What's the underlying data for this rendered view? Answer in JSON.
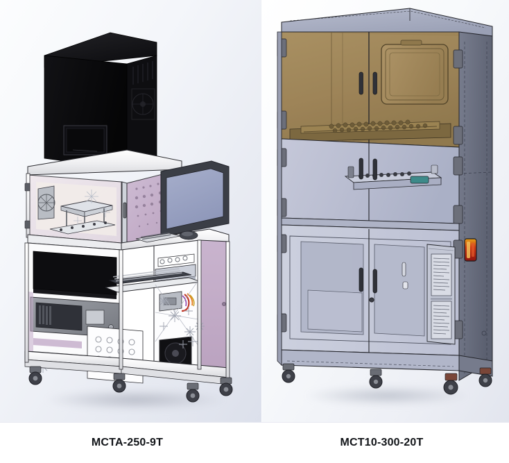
{
  "figure": {
    "background_left": "#eef1f7",
    "background_right": "#f3f5fa",
    "divider_color": "#e9eaf2"
  },
  "captions": [
    {
      "id": "left",
      "label": "MCTA-250-9T"
    },
    {
      "id": "right",
      "label": "MCT10-300-20T"
    }
  ],
  "machines": [
    {
      "id": "mcta-250-9t",
      "label": "MCTA-250-9T",
      "type": "benchtop-cart-tester",
      "palette": {
        "frame": "#f7f7f9",
        "frame_edge": "#2b2b30",
        "panel_mauve": "#c6b0ca",
        "panel_mauve_dark": "#b39ab9",
        "panel_glass": "#e8dfe6",
        "black_enclosure": "#0b0b0d",
        "black_enclosure_top": "#151518",
        "screen": "#9aa3c2",
        "metal_gray": "#8e9198",
        "caster": "#4a4a52",
        "shadow": "#c9ccd6"
      },
      "components": [
        {
          "name": "black-instrument-enclosure",
          "note": "vented top module"
        },
        {
          "name": "upper-test-chamber",
          "note": "open glass door, XY stage"
        },
        {
          "name": "operator-monitor",
          "note": "flat panel display"
        },
        {
          "name": "keyboard-tray",
          "note": "keyboard + mouse"
        },
        {
          "name": "controller-rack",
          "note": "black rack-mount chassis"
        },
        {
          "name": "instrument-drawer",
          "note": "gray slide-out instrument"
        },
        {
          "name": "side-door-mauve",
          "note": "hinged side access door"
        },
        {
          "name": "cooling-fan",
          "note": "exhaust fan grille"
        },
        {
          "name": "caster-wheels",
          "count": 4
        }
      ]
    },
    {
      "id": "mct10-300-20t",
      "label": "MCT10-300-20T",
      "type": "full-height-cabinet-tester",
      "palette": {
        "body": "#b9bdd0",
        "body_light": "#c8cbdb",
        "side_panel": "#6f7484",
        "side_panel_dark": "#5d6271",
        "amber_glass": "#9d8352",
        "amber_glass_light": "#ab9064",
        "top_cap": "#a7acc0",
        "hinge": "#6c6f7a",
        "outline": "#23242a",
        "beacon_red": "#c01c18",
        "beacon_amber": "#e8a317",
        "caster": "#4a4a52",
        "shadow": "#cdd0d9"
      },
      "components": [
        {
          "name": "upper-amber-chamber",
          "note": "two amber-tinted doors, inspection window"
        },
        {
          "name": "component-shelf",
          "note": "loaded tray of parts"
        },
        {
          "name": "mid-section-doors",
          "note": "gray double doors"
        },
        {
          "name": "mid-tray-slide",
          "note": "pull-out component tray"
        },
        {
          "name": "lower-section-doors",
          "note": "gray double doors with window"
        },
        {
          "name": "electronics-bay",
          "note": "right-hand instrument column"
        },
        {
          "name": "status-beacon",
          "note": "red/amber signal light"
        },
        {
          "name": "caster-wheels",
          "count": 4
        }
      ]
    }
  ]
}
